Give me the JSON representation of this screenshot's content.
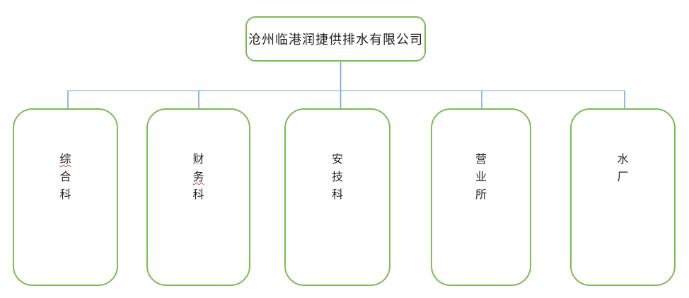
{
  "org": {
    "root": {
      "label": "沧州临港润捷供排水有限公司"
    },
    "departments": [
      {
        "label": "综合科",
        "chars": [
          "综",
          "合",
          "科"
        ],
        "spellcheck_marked_chars": [
          "综"
        ]
      },
      {
        "label": "财务科",
        "chars": [
          "财",
          "务",
          "科"
        ],
        "spellcheck_marked_chars": [
          "务"
        ]
      },
      {
        "label": "安技科",
        "chars": [
          "安",
          "技",
          "科"
        ],
        "spellcheck_marked_chars": []
      },
      {
        "label": "营业所",
        "chars": [
          "营",
          "业",
          "所"
        ],
        "spellcheck_marked_chars": []
      },
      {
        "label": "水厂",
        "chars": [
          "水",
          "厂"
        ],
        "spellcheck_marked_chars": []
      }
    ]
  },
  "colors": {
    "box_border": "#7cbb55",
    "connector_horizontal": "#9dc3e6",
    "connector_stem": "#7ba7d9",
    "text": "#1f1f1f",
    "spellcheck": "#e5392c"
  }
}
